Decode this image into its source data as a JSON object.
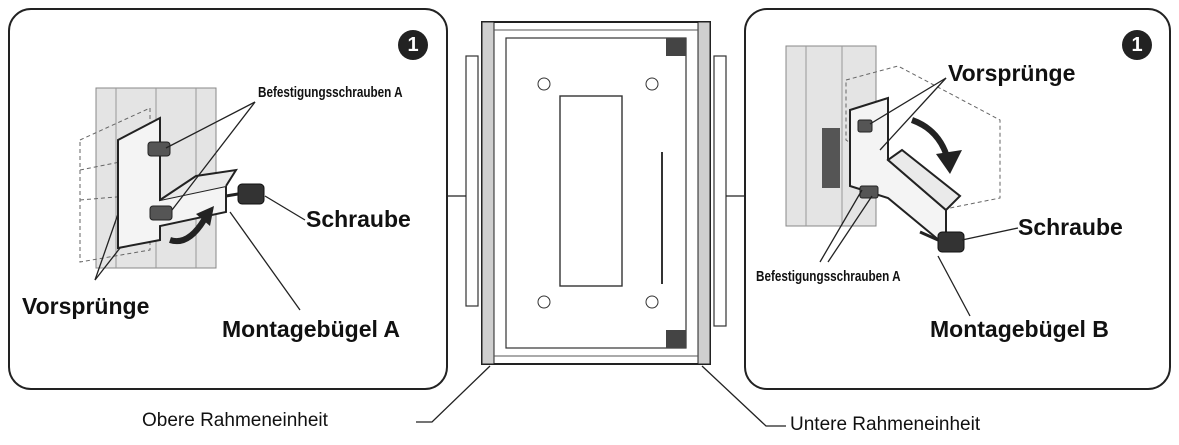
{
  "left_panel": {
    "step": "1",
    "labels": {
      "fixing_screws": "Befestigungsschrauben A",
      "screw": "Schraube",
      "projections": "Vorsprünge",
      "bracket": "Montagebügel A"
    }
  },
  "right_panel": {
    "step": "1",
    "labels": {
      "projections": "Vorsprünge",
      "screw": "Schraube",
      "fixing_screws": "Befestigungsschrauben A",
      "bracket": "Montagebügel B"
    }
  },
  "captions": {
    "upper_frame": "Obere Rahmeneinheit",
    "lower_frame": "Untere Rahmeneinheit"
  },
  "colors": {
    "line": "#222222",
    "frame_fill": "#d9d9d9",
    "accent": "#111111"
  }
}
